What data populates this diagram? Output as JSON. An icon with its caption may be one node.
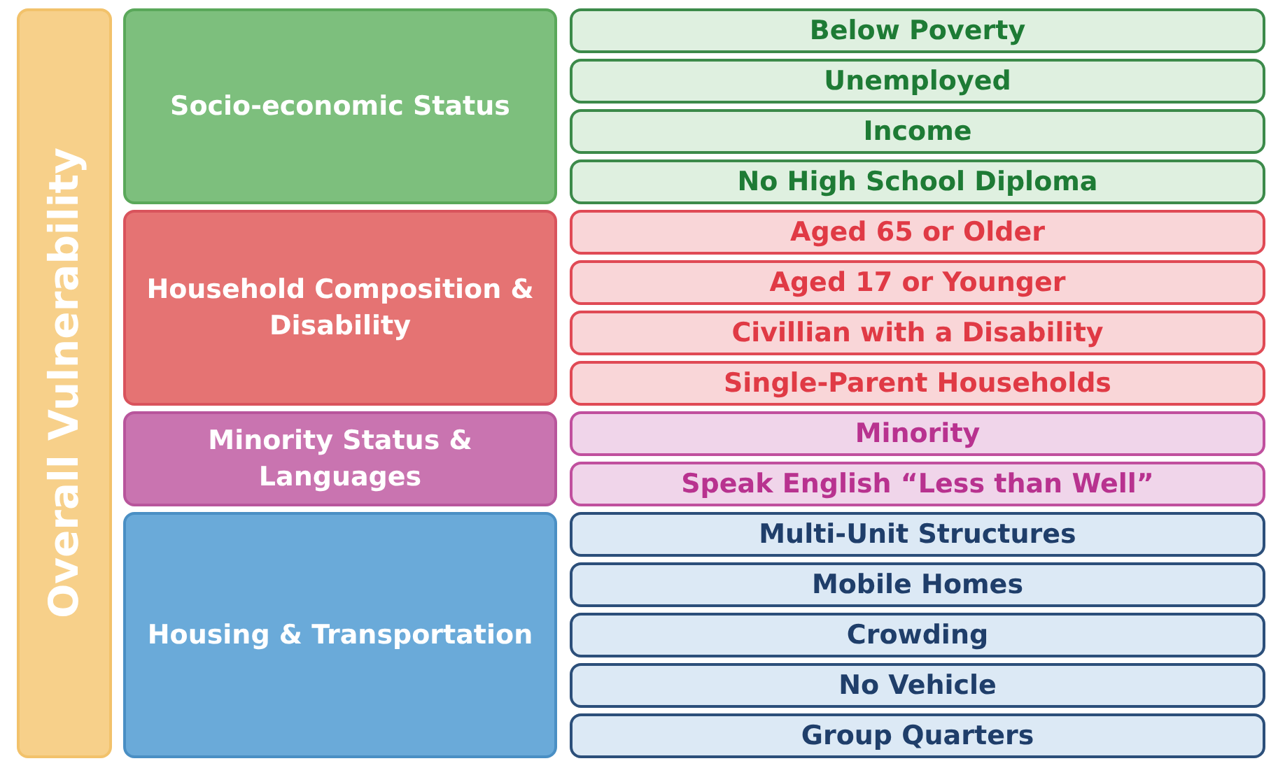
{
  "diagram": {
    "nodes": [
      {
        "text": [
          "Overall Vulnerability"
        ]
      },
      {
        "text": [
          "Socio-economic Status"
        ]
      },
      {
        "text": [
          "Below Poverty"
        ]
      },
      {
        "text": [
          "Unemployed"
        ]
      },
      {
        "text": [
          "Income"
        ]
      },
      {
        "text": [
          "No High School Diploma"
        ]
      },
      {
        "text": [
          "Household Composition & Disability"
        ]
      },
      {
        "text": [
          "Aged 65 or Older"
        ]
      },
      {
        "text": [
          "Aged 17 or Younger"
        ]
      },
      {
        "text": [
          "Civillian with a Disability"
        ]
      },
      {
        "text": [
          "Single-Parent Households"
        ]
      },
      {
        "text": [
          "Minority Status & Languages"
        ]
      },
      {
        "text": [
          "Minority"
        ]
      },
      {
        "text": [
          "Speak  English “Less than Well”"
        ]
      },
      {
        "text": [
          "Housing & Transportation"
        ]
      },
      {
        "text": [
          "Multi-Unit Structures"
        ]
      },
      {
        "text": [
          "Mobile Homes"
        ]
      },
      {
        "text": [
          "Crowding"
        ]
      },
      {
        "text": [
          "No Vehicle"
        ]
      },
      {
        "text": [
          "Group Quarters"
        ]
      }
    ]
  }
}
